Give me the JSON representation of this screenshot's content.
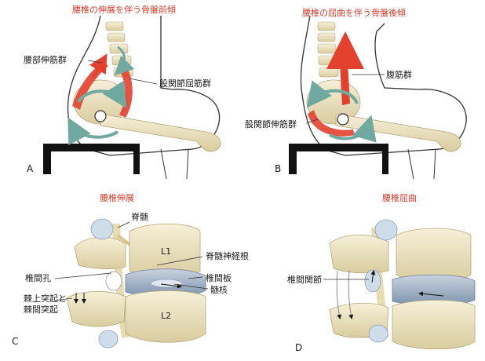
{
  "panel_a": {
    "letter": "A",
    "title": "腰椎の伸展を伴う骨盤前傾",
    "labels": {
      "lumbar_extensors": "腰部伸筋群",
      "hip_flexors": "股関節屈筋群"
    }
  },
  "panel_b": {
    "letter": "B",
    "title": "腰椎の屈曲を伴う骨盤後傾",
    "labels": {
      "abdominals": "腹筋群",
      "hip_extensors": "股関節伸筋群"
    }
  },
  "panel_c": {
    "letter": "C",
    "title": "腰椎伸展",
    "labels": {
      "spinal_cord": "脊髄",
      "spinal_nerve_root": "脊髄神経根",
      "intervertebral_foramen": "椎間孔",
      "intervertebral_disc": "椎間板",
      "nucleus_pulposus": "髄核",
      "spinous_process_line1": "棘上突起と",
      "spinous_process_line2": "棘間突起",
      "l1": "L1",
      "l2": "L2"
    }
  },
  "panel_d": {
    "letter": "D",
    "title": "腰椎屈曲",
    "labels": {
      "facet_joint": "椎間関節"
    }
  },
  "colors": {
    "title_red": "#d43c2a",
    "muscle_red": "#e3402e",
    "arrow_teal": "#6fa9a0",
    "bone": "#efe6c4",
    "bone_shadow": "#d2c59a",
    "disc_blue": "#8ca0b8",
    "seat": "#111111"
  }
}
